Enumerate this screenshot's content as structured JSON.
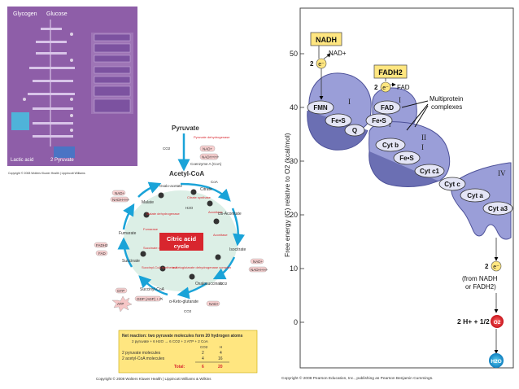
{
  "glycolysis": {
    "glycogen": "Glycogen",
    "glucose": "Glucose",
    "lactic_acid": "Lactic acid",
    "pyruvate": "2 Pyruvate",
    "copyright": "Copyright © 2008 Wolters Kluwer Health | Lippincott Williams"
  },
  "tca": {
    "pyruvate": "Pyruvate",
    "pyruvate_dehydrogenase": "Pyruvate dehydrogenase",
    "co2": "CO2",
    "nad": "NAD+",
    "nadh": "NADH+H+",
    "coenzyme_a": "Coenzyme A (CoA)",
    "acetyl_coa": "Acetyl-CoA",
    "coa": "CoA",
    "oxaloacetate": "Oxalo-acetate",
    "citrate": "Citrate",
    "citrate_synthase": "Citrate synthase",
    "h2o": "H2O",
    "aconitase": "Aconitase",
    "cis_aconitate": "cis-Aconitate",
    "malate": "Malate",
    "malate_dh": "Malate dehydrogenase",
    "fumarase": "Fumarase",
    "fumarate": "Fumarate",
    "fadh2": "FADH2",
    "fad": "FAD",
    "succinate_dh": "Succinate dehydrogenase",
    "succinate": "Succinate",
    "succinyl_synthetase": "Succinyl-CoA synthetase",
    "akg_dh": "α-Ketoglutarate dehydrogenase complex",
    "succinyl_coa": "Succinyl-CoA",
    "gtp": "GTP",
    "atp": "ATP",
    "gdp": "GDP (ADP) + Pi",
    "isocitrate": "Isocitrate",
    "oxalosuccinate": "Oxalosuccinate",
    "akg": "α-Keto-glutarate",
    "cycle_title_1": "Citric acid",
    "cycle_title_2": "cycle",
    "net_reaction": "Net reaction: two pyruvate molecules form 20 hydrogen atoms",
    "equation": "2 pyruvate + 6 H2O → 6 CO2 + 2 ATP + 2 CoA",
    "col_co2": "CO2",
    "col_h": "H",
    "row1": "2 pyruvate molecules",
    "row1_co2": "2",
    "row1_h": "4",
    "row2": "2 acetyl-CoA molecules",
    "row2_co2": "4",
    "row2_h": "16",
    "total": "Total:",
    "total_co2": "6",
    "total_h": "20",
    "copyright": "Copyright © 2008 Wolters Kluwer Health | Lippincott Williams & Wilkins"
  },
  "etc": {
    "ylabel": "Free energy (G) relative to O2 (kcal/mol)",
    "ticks": [
      "50",
      "40",
      "30",
      "20",
      "10",
      "0"
    ],
    "nadh": "NADH",
    "fadh2": "FADH2",
    "nad": "NAD+",
    "fad": "FAD",
    "two_e": "2",
    "e": "e⁻",
    "fmn": "FMN",
    "fes": "Fe•S",
    "fad_box": "FAD",
    "q": "Q",
    "cyt_b": "Cyt b",
    "cyt_c1": "Cyt c1",
    "cyt_c": "Cyt c",
    "cyt_a": "Cyt a",
    "cyt_a3": "Cyt a3",
    "roman_1": "I",
    "roman_2": "II",
    "roman_3": "III",
    "roman_4": "IV",
    "multiprotein": "Multiprotein",
    "complexes": "complexes",
    "from_nadh": "(from NADH",
    "or_fadh2": "or FADH2)",
    "oxygen_eq": "2 H+ + 1/2",
    "o2": "O2",
    "h2o": "H2O",
    "copyright": "Copyright © 2008 Pearson Education, Inc., publishing as Pearson Benjamin Cummings."
  },
  "colors": {
    "purple_panel": "#8e5ea8",
    "protein": "#9a9ed8",
    "protein_dark": "#6b6fb3",
    "yellow": "#ffe680",
    "cyan": "#1aa3d8",
    "red": "#d8262e"
  }
}
